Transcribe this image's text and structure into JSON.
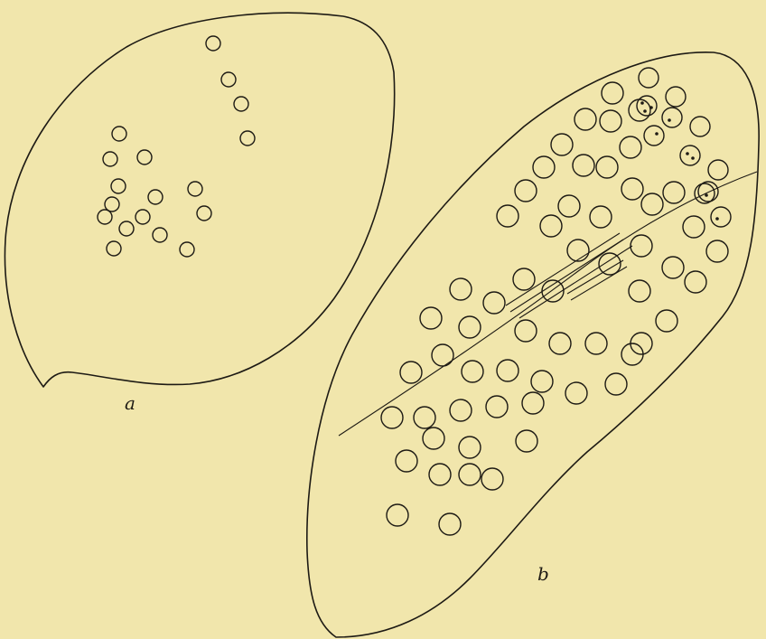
{
  "figure": {
    "panels": [
      {
        "id": "a",
        "label": "a"
      },
      {
        "id": "b",
        "label": "b"
      }
    ]
  }
}
